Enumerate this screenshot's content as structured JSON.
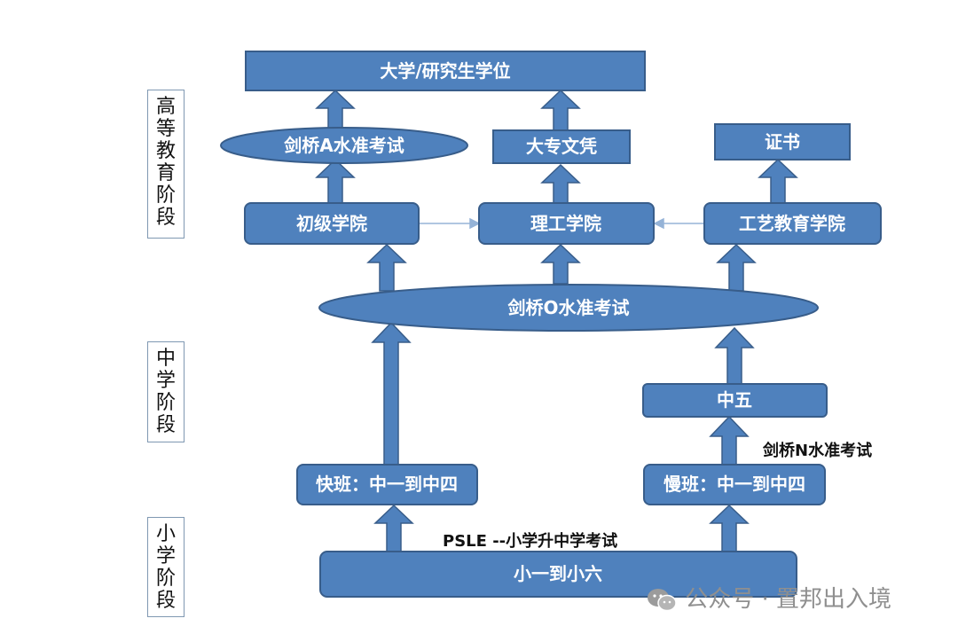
{
  "colors": {
    "box_fill": "#4f81bd",
    "box_stroke": "#385d8a",
    "connector": "#95b3d7",
    "label_border": "#7f98b2"
  },
  "stages": {
    "higher": [
      "高",
      "等",
      "教",
      "育",
      "阶",
      "段"
    ],
    "secondary": [
      "中",
      "学",
      "阶",
      "段"
    ],
    "primary": [
      "小",
      "学",
      "阶",
      "段"
    ]
  },
  "nodes": {
    "university": "大学/研究生学位",
    "a_level_exam": "剑桥A水准考试",
    "diploma": "大专文凭",
    "certificate": "证书",
    "junior_college": "初级学院",
    "polytechnic": "理工学院",
    "ite": "工艺教育学院",
    "o_level_exam": "剑桥O水准考试",
    "sec5": "中五",
    "express": "快班：中一到中四",
    "normal": "慢班：中一到中四",
    "primary": "小一到小六"
  },
  "notes": {
    "n_level_exam": "剑桥N水准考试",
    "psle": "PSLE --小学升中学考试"
  },
  "watermark": {
    "icon": "wechat-icon",
    "text": "公众号 · 置邦出入境"
  }
}
